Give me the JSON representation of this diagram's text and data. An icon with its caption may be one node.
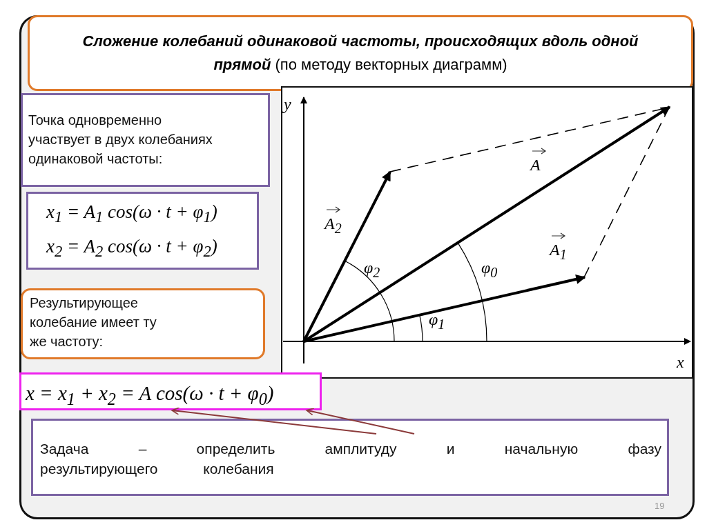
{
  "diagram": {
    "title": "**Сложение колебаний одинаковой частоты, происходящих вдоль одной прямой** (по методу векторных диаграмм)",
    "nodes": [
      {
        "text": [
          "Точка одновременно участвует в двух колебаниях одинаковой частоты:"
        ]
      },
      {
        "text": [
          "x$_{1}$ = A$_{1}$ cos(ω · t + φ$_{1}$)",
          "x$_{2}$ = A$_{2}$ cos(ω · t + φ$_{2}$)"
        ]
      },
      {
        "text": [
          "Результирующее колебание имеет ту же частоту:"
        ]
      },
      {
        "text": [
          "x = x$_{1}$ + x$_{2}$ = A cos(ω · t + φ$_{0}$)"
        ]
      },
      {
        "text": [
          "Задача – определить амплитуду и начальную фазу результирующего колебания"
        ]
      }
    ],
    "edges": [
      {
        "from": 4,
        "to": 3,
        "arrow": "to"
      },
      {
        "from": 4,
        "to": 3,
        "arrow": "to"
      }
    ],
    "labels": [
      "y",
      "A",
      "A$_{2}$",
      "A$_{1}$",
      "φ$_{2}$",
      "φ$_{0}$",
      "φ$_{1}$",
      "x",
      "19"
    ]
  }
}
